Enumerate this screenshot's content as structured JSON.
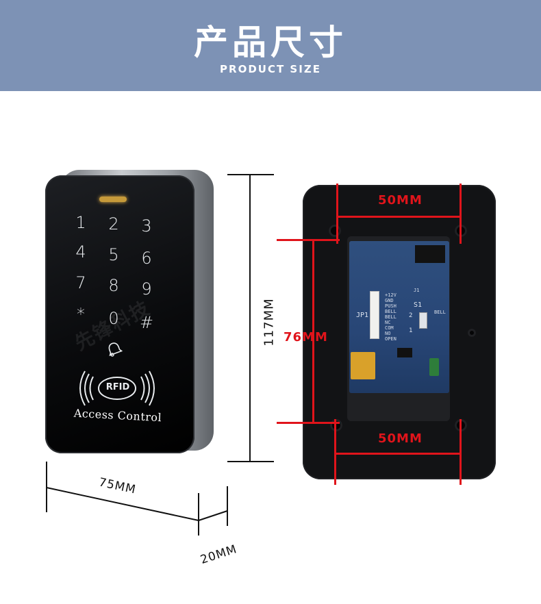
{
  "header": {
    "title": "产品尺寸",
    "subtitle": "PRODUCT SIZE",
    "background_color": "#7d92b5"
  },
  "keypad": {
    "keys": [
      "1",
      "2",
      "3",
      "4",
      "5",
      "6",
      "7",
      "8",
      "9",
      "*",
      "0",
      "#"
    ],
    "bell_icon": "bell-icon",
    "rfid_label": "RFID",
    "brand": "Access Control",
    "watermark": "先锋科技"
  },
  "dimensions": {
    "height": "117MM",
    "width": "75MM",
    "depth": "20MM"
  },
  "rear_view": {
    "top_hole_spacing": "50MM",
    "bottom_hole_spacing": "50MM",
    "vertical_hole_spacing": "76MM",
    "pcb_jp1": "JP1",
    "pcb_s1": "S1",
    "pcb_switch_2": "2",
    "pcb_switch_1": "1",
    "pcb_terminals": [
      "+12V",
      "GND",
      "PUSH",
      "BELL",
      "BELL",
      "NC",
      "COM",
      "NO",
      "OPEN"
    ],
    "pcb_j1": "J1",
    "pcb_bell": "BELL",
    "dimension_color": "#e0141b"
  }
}
